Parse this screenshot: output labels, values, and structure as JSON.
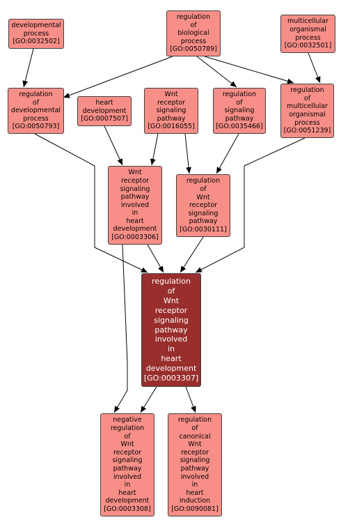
{
  "nodes": [
    {
      "id": "GO:0032502",
      "lines": [
        "developmental",
        "process",
        "[GO:0032502]"
      ]
    },
    {
      "id": "GO:0050789",
      "lines": [
        "regulation",
        "of",
        "biological",
        "process",
        "[GO:0050789]"
      ]
    },
    {
      "id": "GO:0032501",
      "lines": [
        "multicellular",
        "organismal",
        "process",
        "[GO:0032501]"
      ]
    },
    {
      "id": "GO:0050793",
      "lines": [
        "regulation",
        "of",
        "developmental",
        "process",
        "[GO:0050793]"
      ]
    },
    {
      "id": "GO:0007507",
      "lines": [
        "heart",
        "development",
        "[GO:0007507]"
      ]
    },
    {
      "id": "GO:0016055",
      "lines": [
        "Wnt",
        "receptor",
        "signaling",
        "pathway",
        "[GO:0016055]"
      ]
    },
    {
      "id": "GO:0035466",
      "lines": [
        "regulation",
        "of",
        "signaling",
        "pathway",
        "[GO:0035466]"
      ]
    },
    {
      "id": "GO:0051239",
      "lines": [
        "regulation",
        "of",
        "multicellular",
        "organismal",
        "process",
        "[GO:0051239]"
      ]
    },
    {
      "id": "GO:0003306",
      "lines": [
        "Wnt",
        "receptor",
        "signaling",
        "pathway",
        "involved",
        "in",
        "heart",
        "development",
        "[GO:0003306]"
      ]
    },
    {
      "id": "GO:0030111",
      "lines": [
        "regulation",
        "of",
        "Wnt",
        "receptor",
        "signaling",
        "pathway",
        "[GO:0030111]"
      ]
    },
    {
      "id": "GO:0003307",
      "focus": true,
      "lines": [
        "regulation",
        "of",
        "Wnt",
        "receptor",
        "signaling",
        "pathway",
        "involved",
        "in",
        "heart",
        "development",
        "[GO:0003307]"
      ]
    },
    {
      "id": "GO:0003308",
      "lines": [
        "negative",
        "regulation",
        "of",
        "Wnt",
        "receptor",
        "signaling",
        "pathway",
        "involved",
        "in",
        "heart",
        "development",
        "[GO:0003308]"
      ]
    },
    {
      "id": "GO:0090081",
      "lines": [
        "regulation",
        "of",
        "canonical",
        "Wnt",
        "receptor",
        "signaling",
        "pathway",
        "involved",
        "in",
        "heart",
        "induction",
        "[GO:0090081]"
      ]
    }
  ],
  "edges": [
    [
      "GO:0032502",
      "GO:0050793"
    ],
    [
      "GO:0050789",
      "GO:0050793"
    ],
    [
      "GO:0050789",
      "GO:0035466"
    ],
    [
      "GO:0050789",
      "GO:0051239"
    ],
    [
      "GO:0032501",
      "GO:0051239"
    ],
    [
      "GO:0007507",
      "GO:0003306"
    ],
    [
      "GO:0016055",
      "GO:0003306"
    ],
    [
      "GO:0016055",
      "GO:0030111"
    ],
    [
      "GO:0035466",
      "GO:0030111"
    ],
    [
      "GO:0050793",
      "GO:0003307"
    ],
    [
      "GO:0003306",
      "GO:0003307"
    ],
    [
      "GO:0030111",
      "GO:0003307"
    ],
    [
      "GO:0051239",
      "GO:0003307"
    ],
    [
      "GO:0003306",
      "GO:0003308"
    ],
    [
      "GO:0003307",
      "GO:0003308"
    ],
    [
      "GO:0003307",
      "GO:0090081"
    ]
  ]
}
